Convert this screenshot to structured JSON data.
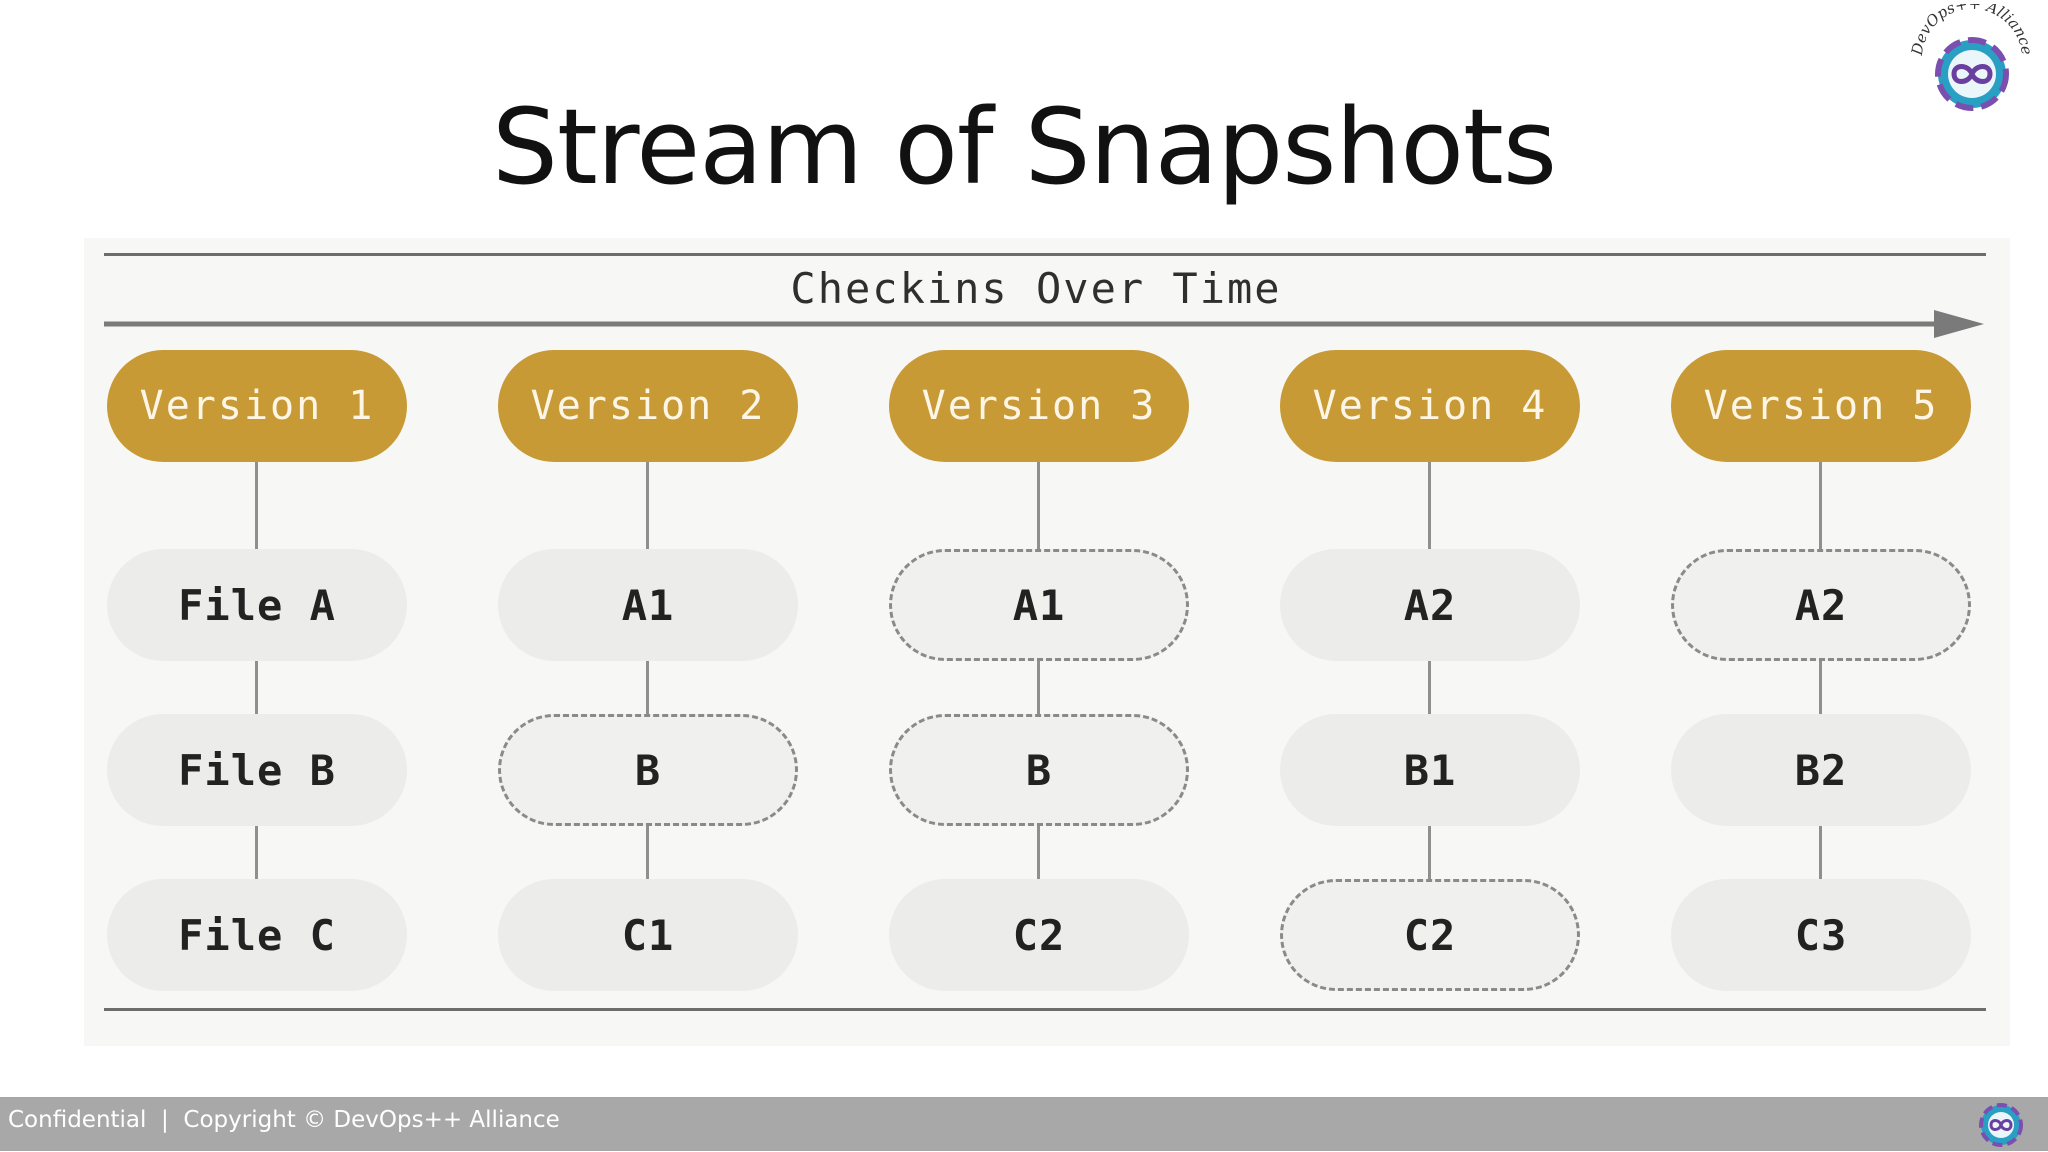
{
  "title": "Stream of Snapshots",
  "diagram": {
    "timeline_label": "Checkins Over Time",
    "versions": [
      {
        "label": "Version 1",
        "files": [
          {
            "name": "File A",
            "unchanged": false
          },
          {
            "name": "File B",
            "unchanged": false
          },
          {
            "name": "File C",
            "unchanged": false
          }
        ]
      },
      {
        "label": "Version 2",
        "files": [
          {
            "name": "A1",
            "unchanged": false
          },
          {
            "name": "B",
            "unchanged": true
          },
          {
            "name": "C1",
            "unchanged": false
          }
        ]
      },
      {
        "label": "Version 3",
        "files": [
          {
            "name": "A1",
            "unchanged": true
          },
          {
            "name": "B",
            "unchanged": true
          },
          {
            "name": "C2",
            "unchanged": false
          }
        ]
      },
      {
        "label": "Version 4",
        "files": [
          {
            "name": "A2",
            "unchanged": false
          },
          {
            "name": "B1",
            "unchanged": false
          },
          {
            "name": "C2",
            "unchanged": true
          }
        ]
      },
      {
        "label": "Version 5",
        "files": [
          {
            "name": "A2",
            "unchanged": true
          },
          {
            "name": "B2",
            "unchanged": false
          },
          {
            "name": "C3",
            "unchanged": false
          }
        ]
      }
    ]
  },
  "logo": {
    "text": "DevOps++ Alliance",
    "colors": [
      "#6a3fa0",
      "#2ab0c8"
    ]
  },
  "footer": {
    "text": "Confidential  |  Copyright © DevOps++ Alliance"
  },
  "colors": {
    "version_fill": "#c89a36",
    "file_fill": "#ececea",
    "footer_bar": "#a8a8a8"
  }
}
